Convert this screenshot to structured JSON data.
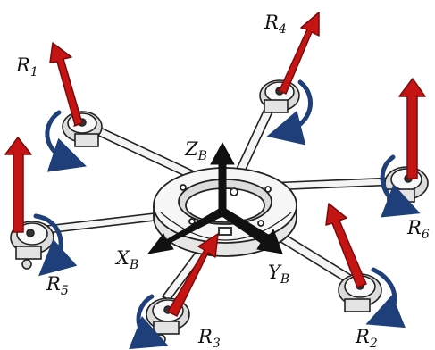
{
  "diagram": {
    "colors": {
      "thrust": "#c41414",
      "thrust_edge": "#7a0a0a",
      "rotation": "#1f3f7a",
      "body_axes": "#111111",
      "arm": "#f2f2f2",
      "outline": "#222222"
    },
    "rotors": [
      {
        "id": "R1",
        "base": "R",
        "sub": "1",
        "spin": "clockwise-icon"
      },
      {
        "id": "R2",
        "base": "R",
        "sub": "2",
        "spin": "counterclockwise-icon"
      },
      {
        "id": "R3",
        "base": "R",
        "sub": "3",
        "spin": "clockwise-icon"
      },
      {
        "id": "R4",
        "base": "R",
        "sub": "4",
        "spin": "counterclockwise-icon"
      },
      {
        "id": "R5",
        "base": "R",
        "sub": "5",
        "spin": "clockwise-icon"
      },
      {
        "id": "R6",
        "base": "R",
        "sub": "6",
        "spin": "counterclockwise-icon"
      }
    ],
    "axes": {
      "x": {
        "base": "X",
        "sub": "B"
      },
      "y": {
        "base": "Y",
        "sub": "B"
      },
      "z": {
        "base": "Z",
        "sub": "B"
      }
    }
  }
}
